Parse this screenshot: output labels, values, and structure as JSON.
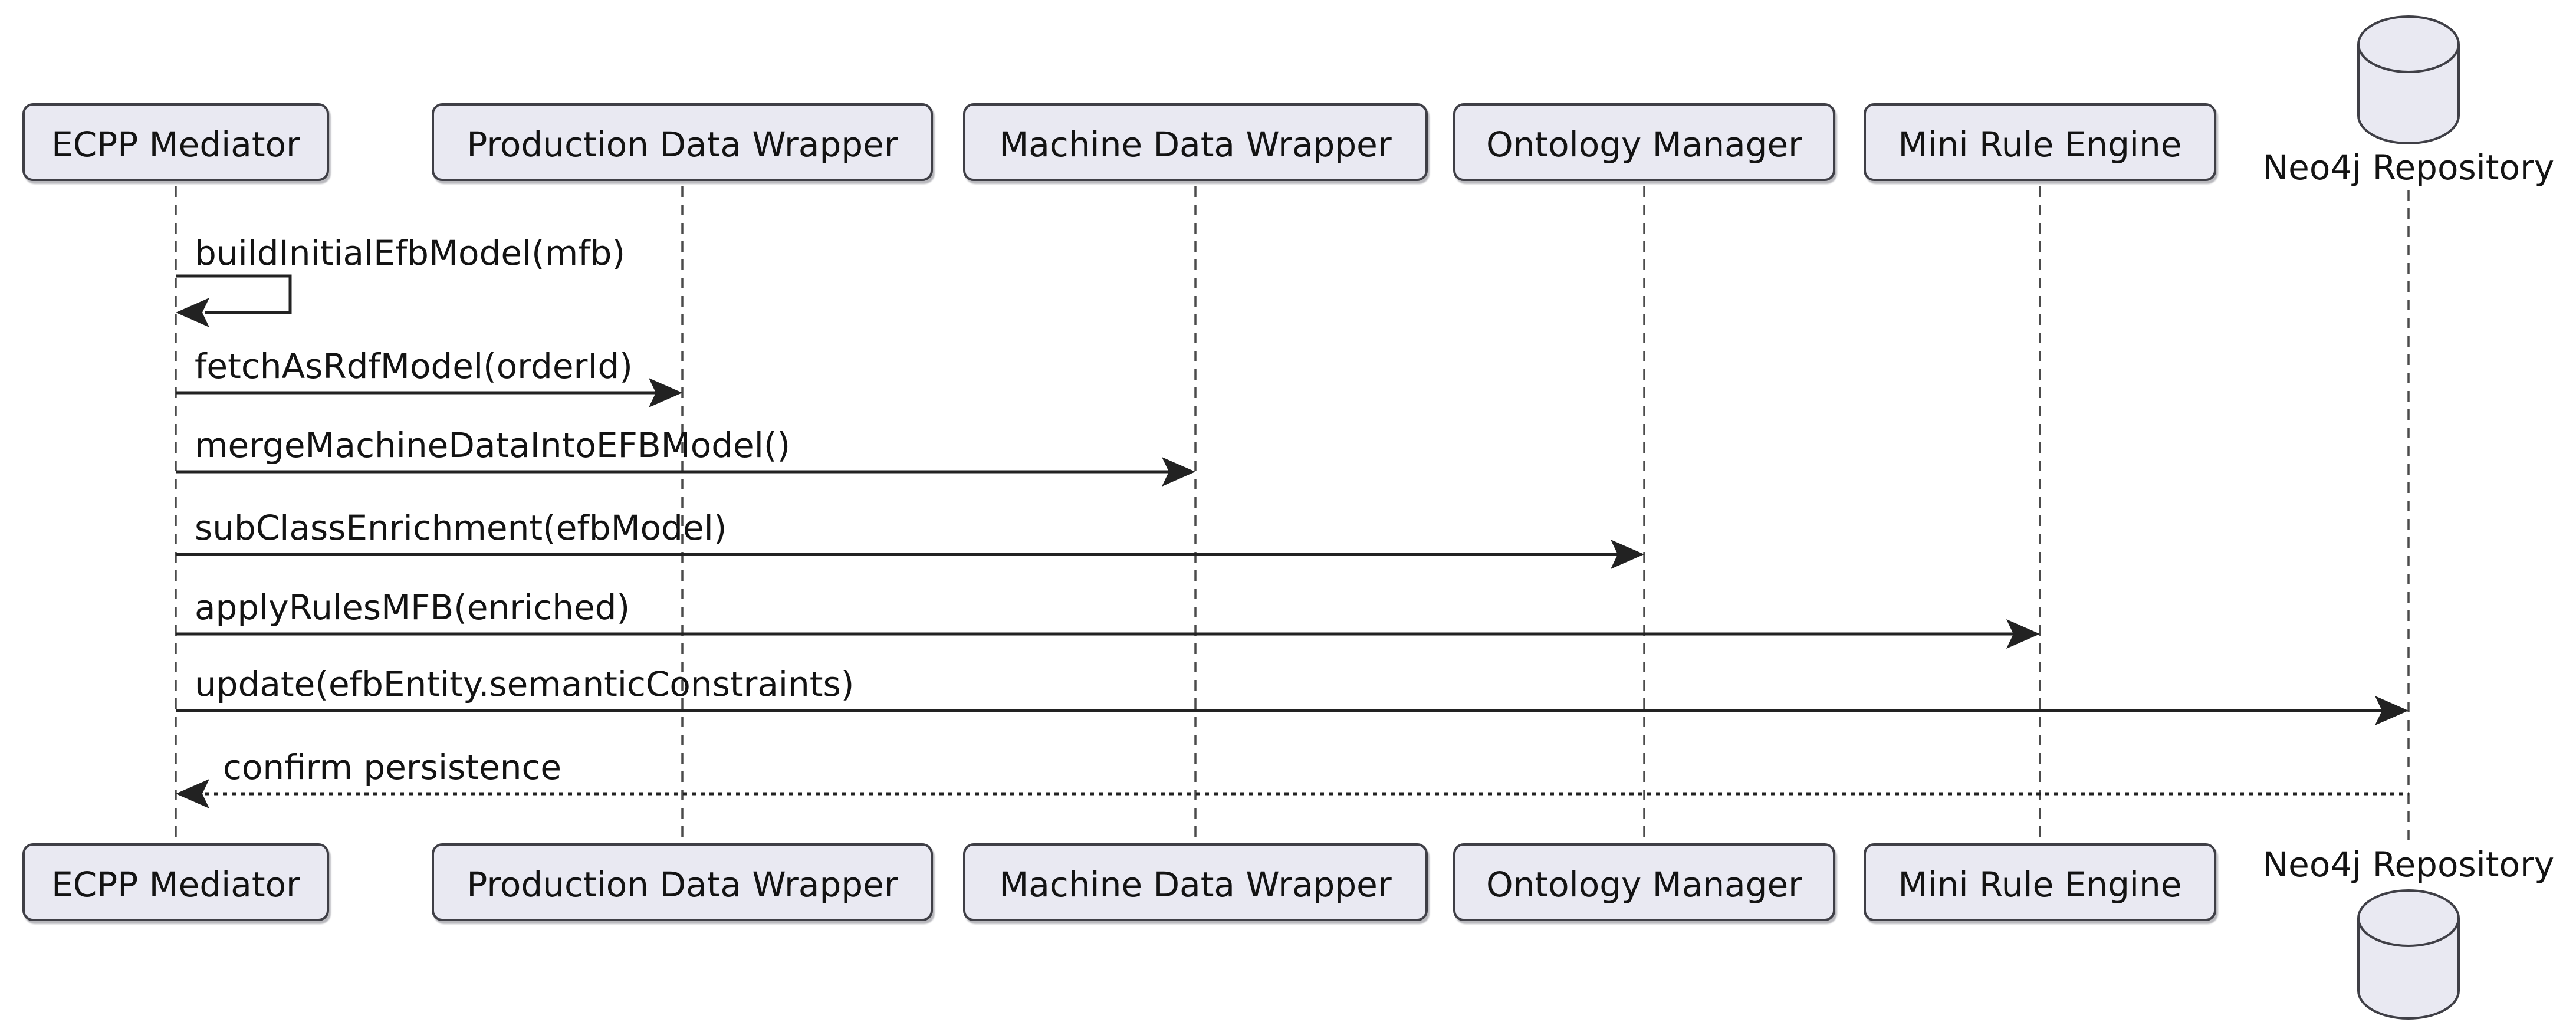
{
  "diagram": {
    "kind": "uml-sequence-diagram",
    "background": "#ffffff",
    "colors": {
      "participant_fill": "#e9e9f2",
      "participant_border": "#3f3f46",
      "lifeline": "#4b4b4b",
      "arrow": "#222222",
      "text": "#131313"
    },
    "participants": [
      {
        "id": "ecpp",
        "label": "ECPP Mediator",
        "shape": "box"
      },
      {
        "id": "pdw",
        "label": "Production Data Wrapper",
        "shape": "box"
      },
      {
        "id": "mdw",
        "label": "Machine Data Wrapper",
        "shape": "box"
      },
      {
        "id": "om",
        "label": "Ontology Manager",
        "shape": "box"
      },
      {
        "id": "mre",
        "label": "Mini Rule Engine",
        "shape": "box"
      },
      {
        "id": "neo4j",
        "label": "Neo4j Repository",
        "shape": "database-cylinder"
      }
    ],
    "messages": [
      {
        "from": "ecpp",
        "to": "ecpp",
        "label": "buildInitialEfbModel(mfb)",
        "line": "solid",
        "self": true
      },
      {
        "from": "ecpp",
        "to": "pdw",
        "label": "fetchAsRdfModel(orderId)",
        "line": "solid",
        "self": false
      },
      {
        "from": "ecpp",
        "to": "mdw",
        "label": "mergeMachineDataIntoEFBModel()",
        "line": "solid",
        "self": false
      },
      {
        "from": "ecpp",
        "to": "om",
        "label": "subClassEnrichment(efbModel)",
        "line": "solid",
        "self": false
      },
      {
        "from": "ecpp",
        "to": "mre",
        "label": "applyRulesMFB(enriched)",
        "line": "solid",
        "self": false
      },
      {
        "from": "ecpp",
        "to": "neo4j",
        "label": "update(efbEntity.semanticConstraints)",
        "line": "solid",
        "self": false
      },
      {
        "from": "neo4j",
        "to": "ecpp",
        "label": "confirm persistence",
        "line": "dotted",
        "self": false
      }
    ]
  }
}
